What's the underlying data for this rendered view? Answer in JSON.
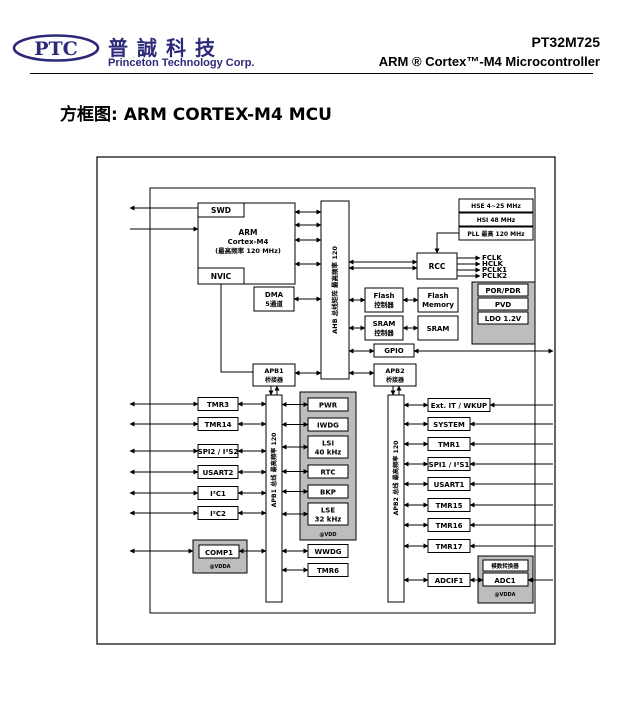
{
  "header": {
    "logo_text": "PTC",
    "company_cn": "普誠科技",
    "company_en": "Princeton Technology Corp.",
    "model": "PT32M725",
    "subtitle": "ARM ® Cortex™-M4 Microcontroller"
  },
  "section_title": "方框图: ARM CORTEX-M4 MCU",
  "diagram": {
    "core": {
      "swd": "SWD",
      "arm": "ARM",
      "cortex": "Cortex-M4",
      "freq": "(最高频率 120 MHz)",
      "nvic": "NVIC"
    },
    "ahb": "AHB 总线矩阵 最高频率 120",
    "dma": [
      "DMA",
      "5通道"
    ],
    "flash_ctrl": [
      "Flash",
      "控制器"
    ],
    "flash_mem": [
      "Flash",
      "Memory"
    ],
    "sram_ctrl": [
      "SRAM",
      "控制器"
    ],
    "sram": "SRAM",
    "gpio": "GPIO",
    "clocks": [
      "HSE 4~25 MHz",
      "HSI 48 MHz",
      "PLL 最高 120 MHz"
    ],
    "rcc": "RCC",
    "clock_outs": [
      "FCLK",
      "HCLK",
      "PCLK1",
      "PCLK2"
    ],
    "power": [
      "POR/PDR",
      "PVD",
      "LDO 1.2V"
    ],
    "apb1_bridge": [
      "APB1",
      "桥接器"
    ],
    "apb2_bridge": [
      "APB2",
      "桥接器"
    ],
    "apb1_bus": "APB1 总线 最高频率 120",
    "apb2_bus": "APB2 总线 最高频率 120",
    "apb1_left": [
      "TMR3",
      "TMR14",
      "SPI2 / I²S2",
      "USART2",
      "I²C1",
      "I²C2"
    ],
    "comp": "COMP1",
    "vdda": "@VDDA",
    "vdd": "@VDD",
    "apb1_right": [
      "WWDG",
      "TMR6"
    ],
    "vdd_domain": [
      "PWR",
      "IWDG",
      "LSI|40 kHz",
      "RTC",
      "BKP",
      "LSE|32 kHz"
    ],
    "apb2_right": [
      "Ext. IT / WKUP",
      "SYSTEM",
      "TMR1",
      "SPI1 / I²S1",
      "USART1",
      "TMR15",
      "TMR16",
      "TMR17",
      "ADCIF1"
    ],
    "adc_ctrl": "模数转换器",
    "adc": "ADC1"
  }
}
